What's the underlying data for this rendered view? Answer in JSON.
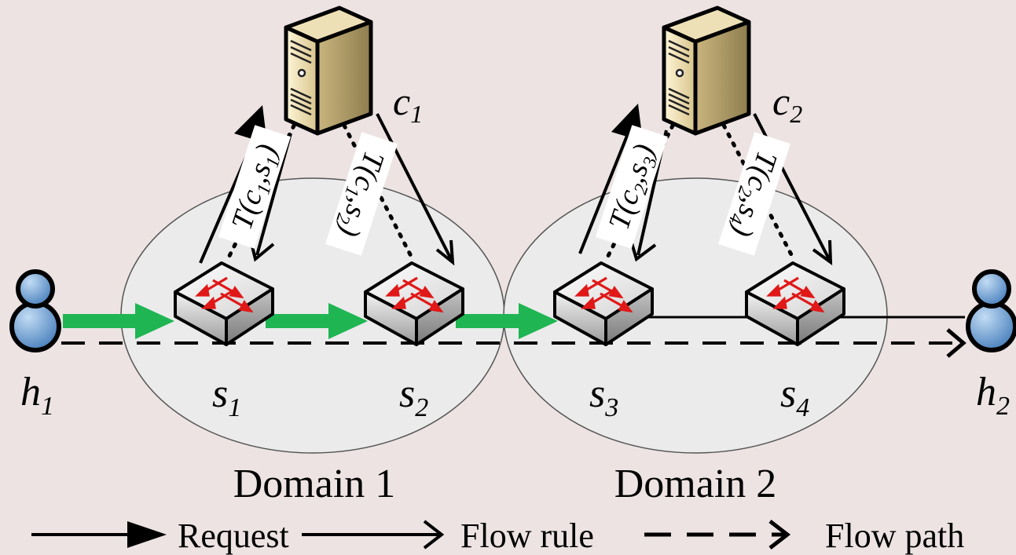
{
  "colors": {
    "background": "#ede3e3",
    "domain_fill": "#ebebeb",
    "green_flow": "#1fb553",
    "switch_arrow": "#e01818",
    "host_blue": "#6f9fd4",
    "server_tan": "#e6d6a6"
  },
  "domains": [
    {
      "label": "Domain 1"
    },
    {
      "label": "Domain 2"
    }
  ],
  "controllers": [
    {
      "name": "c",
      "sub": "1",
      "icon": "server-icon"
    },
    {
      "name": "c",
      "sub": "2",
      "icon": "server-icon"
    }
  ],
  "switches": [
    {
      "name": "s",
      "sub": "1",
      "icon": "switch-icon"
    },
    {
      "name": "s",
      "sub": "2",
      "icon": "switch-icon"
    },
    {
      "name": "s",
      "sub": "3",
      "icon": "switch-icon"
    },
    {
      "name": "s",
      "sub": "4",
      "icon": "switch-icon"
    }
  ],
  "hosts": [
    {
      "name": "h",
      "sub": "1",
      "icon": "user-icon"
    },
    {
      "name": "h",
      "sub": "2",
      "icon": "user-icon"
    }
  ],
  "delay_labels": [
    {
      "pre": "T(c",
      "c": "1",
      "mid": ",s",
      "s": "1",
      "post": ")"
    },
    {
      "pre": "T(c",
      "c": "1",
      "mid": ",s",
      "s": "2",
      "post": ")"
    },
    {
      "pre": "T(c",
      "c": "2",
      "mid": ",s",
      "s": "3",
      "post": ")"
    },
    {
      "pre": "T(c",
      "c": "2",
      "mid": ",s",
      "s": "4",
      "post": ")"
    }
  ],
  "legend": [
    {
      "label": "Request",
      "style": "solid-filled-arrow"
    },
    {
      "label": "Flow rule",
      "style": "solid-open-arrow"
    },
    {
      "label": "Flow path",
      "style": "dashed-open-arrow"
    }
  ]
}
